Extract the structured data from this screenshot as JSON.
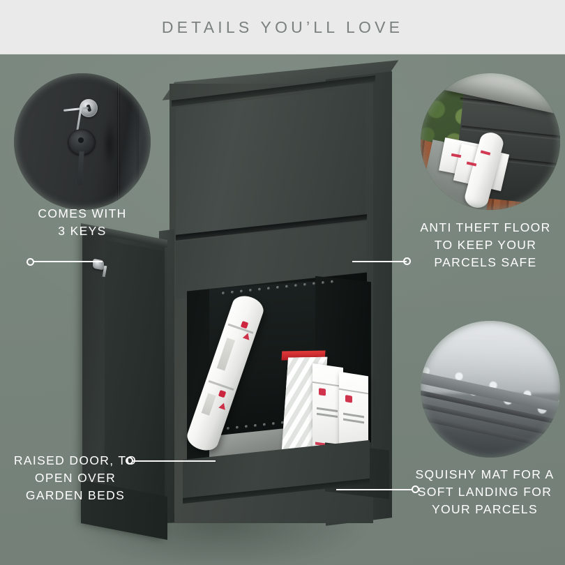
{
  "header": {
    "title": "DETAILS YOU’LL LOVE"
  },
  "theme": {
    "background_color": "#78857c",
    "header_band_color": "#eaeaea",
    "header_text_color": "#7b817e",
    "callout_text_color": "#ffffff",
    "product_color": "#3b413e"
  },
  "callouts": [
    {
      "id": "comes-with-3-keys",
      "text": "COMES WITH\n3 KEYS",
      "marker_side": "left",
      "inset_photo": "lock-with-key-close-up"
    },
    {
      "id": "anti-theft-floor",
      "text": "ANTI THEFT FLOOR\nTO KEEP YOUR\nPARCELS SAFE",
      "marker_side": "right",
      "inset_photo": "open-parcel-box-with-packages"
    },
    {
      "id": "raised-door",
      "text": "RAISED DOOR, TO\nOPEN OVER\nGARDEN BEDS",
      "marker_side": "left",
      "inset_photo": null
    },
    {
      "id": "squishy-mat",
      "text": "SQUISHY MAT FOR A\nSOFT LANDING FOR\nYOUR PARCELS",
      "marker_side": "right",
      "inset_photo": "coil-mat-texture-close-up"
    }
  ],
  "product": {
    "name": "parcel-delivery-box",
    "description": "Charcoal steel parcel box with open lower door showing mailing tube, padded envelope and shipping boxes resting on a grey mat"
  }
}
